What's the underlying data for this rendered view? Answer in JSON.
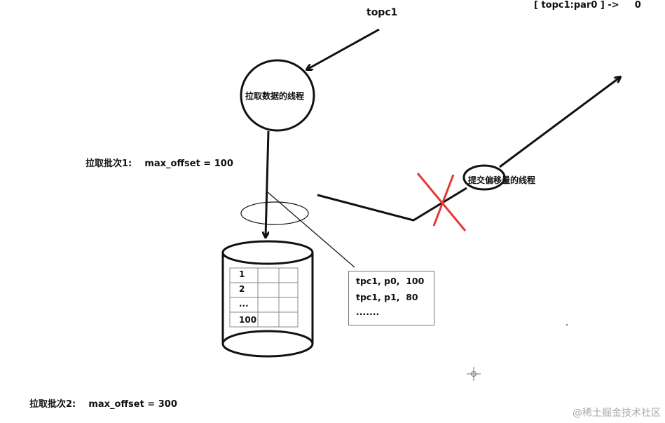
{
  "topic_label": "topc1",
  "offset_readout": {
    "key": "[ topc1:par0 ] ->",
    "value": "0"
  },
  "fetch_thread_label": "拉取数据的线程",
  "commit_thread_label": "提交偏移量的线程",
  "batch1_label": "拉取批次1:    max_offset = 100",
  "batch2_label": "拉取批次2:    max_offset = 300",
  "storage_rows": [
    "1",
    "2",
    "...",
    "100"
  ],
  "offset_entries": [
    "tpc1, p0,  100",
    "tpc1, p1,  80",
    "......."
  ],
  "watermark": "@稀土掘金技术社区",
  "colors": {
    "ink": "#111111",
    "cross": "#e53935",
    "box_border": "#777777",
    "grid": "#8a8a8a",
    "watermark": "#a8a8a8"
  }
}
